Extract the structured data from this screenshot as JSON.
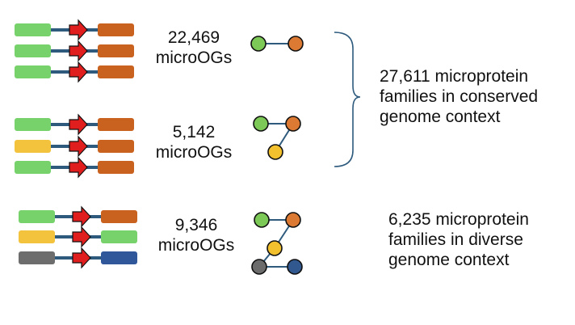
{
  "colors": {
    "green": "#77d26b",
    "orange": "#c9611f",
    "yellow": "#f4c33d",
    "gray": "#6d6d6d",
    "blue": "#30579a",
    "red": "#e01e1e",
    "line": "#2d5a7d",
    "node_green": "#7cc957",
    "node_orange": "#dc7a34",
    "node_yellow": "#f3c12e",
    "node_gray": "#6c6c6c",
    "node_blue": "#32598f",
    "bracket": "#2d5a7d"
  },
  "groups": [
    {
      "count": "22,469",
      "unit": "microOGs",
      "operon_rows": [
        [
          "green",
          "orange"
        ],
        [
          "green",
          "orange"
        ],
        [
          "green",
          "orange"
        ]
      ],
      "network_nodes": [
        "node_green",
        "node_orange"
      ]
    },
    {
      "count": "5,142",
      "unit": "microOGs",
      "operon_rows": [
        [
          "green",
          "orange"
        ],
        [
          "yellow",
          "orange"
        ],
        [
          "green",
          "orange"
        ]
      ],
      "network_nodes": [
        "node_green",
        "node_orange",
        "node_yellow"
      ]
    },
    {
      "count": "9,346",
      "unit": "microOGs",
      "operon_rows": [
        [
          "green",
          "orange"
        ],
        [
          "yellow",
          "green"
        ],
        [
          "gray",
          "blue"
        ]
      ],
      "network_nodes": [
        "node_green",
        "node_orange",
        "node_yellow",
        "node_gray",
        "node_blue"
      ]
    }
  ],
  "summaries": {
    "conserved": [
      "27,611 microprotein",
      "families in conserved",
      "genome context"
    ],
    "diverse": [
      "6,235 microprotein",
      "families in diverse",
      "genome context"
    ]
  }
}
